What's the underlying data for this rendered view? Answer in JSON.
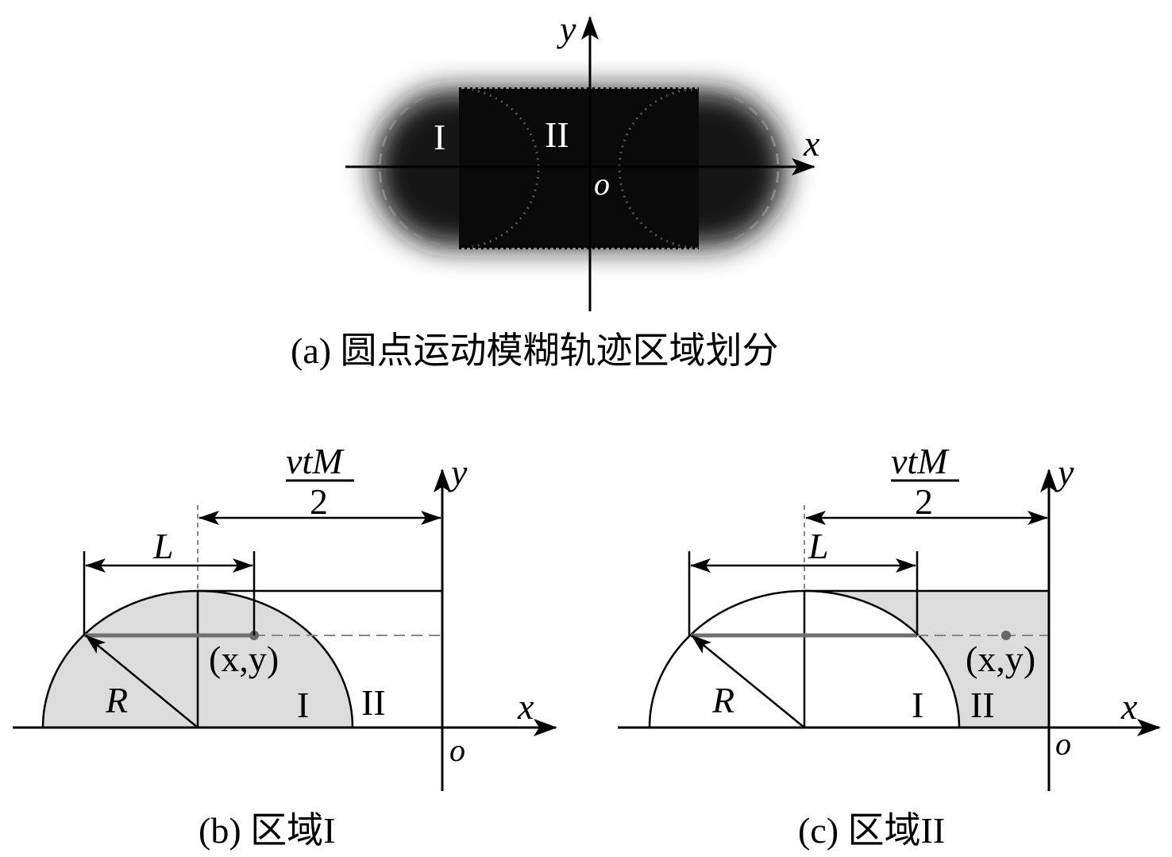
{
  "panel_a": {
    "caption": "(a) 圆点运动模糊轨迹区域划分",
    "axis_x": "x",
    "axis_y": "y",
    "origin": "o",
    "region_1": "I",
    "region_2": "II"
  },
  "panel_b": {
    "caption": "(b) 区域I",
    "axis_x": "x",
    "axis_y": "y",
    "origin": "o",
    "label_L": "L",
    "label_R": "R",
    "frac_num": "vtM",
    "frac_den": "2",
    "point": "(x,y)",
    "region_1": "I",
    "region_2": "II"
  },
  "panel_c": {
    "caption": "(c) 区域II",
    "axis_x": "x",
    "axis_y": "y",
    "origin": "o",
    "label_L": "L",
    "label_R": "R",
    "frac_num": "vtM",
    "frac_den": "2",
    "point": "(x,y)",
    "region_1": "I",
    "region_2": "II"
  },
  "colors": {
    "shade": "#dcdcdc",
    "blur": "#111111",
    "dashed": "#8a8a8a",
    "chord": "#707070"
  }
}
